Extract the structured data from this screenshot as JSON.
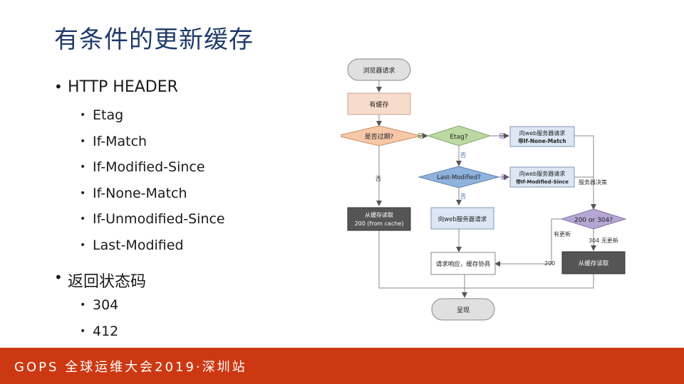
{
  "title": "有条件的更新缓存",
  "bullets": [
    {
      "label": "HTTP HEADER",
      "children": [
        "Etag",
        "If-Match",
        "If-Modified-Since",
        "If-None-Match",
        "If-Unmodified-Since",
        "Last-Modified"
      ]
    },
    {
      "label": "返回状态码",
      "children": [
        "304",
        "412"
      ]
    }
  ],
  "flowchart": {
    "nodes": {
      "browser_request": "浏览器请求",
      "has_cache": "有缓存",
      "expired": "是否过期?",
      "etag": "Etag?",
      "req_if_none_match_1": "向web服务器请求",
      "req_if_none_match_2": "带If-None-Match",
      "last_modified": "Last-Modified?",
      "req_if_modified_1": "向web服务器请求",
      "req_if_modified_2": "带If-Modified-Since",
      "server_decision": "服务器决策",
      "status_check": "200 or 304?",
      "read_cache_200_1": "从缓存读取",
      "read_cache_200_2": "200 (from cache)",
      "request_server": "向web服务器请求",
      "negotiate": "请求响应，缓存协商",
      "read_cache": "从缓存读取",
      "render": "呈现"
    },
    "edge_labels": {
      "yes_1": "是",
      "yes_2": "是",
      "yes_3": "是",
      "no_1": "否",
      "no_2": "否",
      "no_3": "否",
      "updated": "有更新",
      "not_modified": "304 无更新",
      "code_200": "200"
    }
  },
  "footer": {
    "text": "GOPS 全球运维大会2019·深圳站"
  },
  "colors": {
    "title": "#1f3a6b",
    "footer": "#cc3812",
    "cache_node": "#f8dccb",
    "decision_orange": "#f7c8a8",
    "decision_green": "#bcd8a3",
    "decision_blue": "#8fb3dd",
    "decision_purple": "#b6a6d4",
    "request_blue": "#dce6f4",
    "dark_box": "#555555",
    "terminal": "#e0e0e0"
  }
}
